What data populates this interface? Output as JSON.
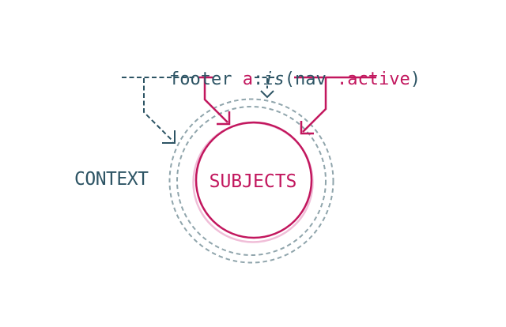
{
  "diagram": {
    "code": {
      "full_selector": "footer a:is(nav .active)",
      "tokens": [
        {
          "text": "footer",
          "color": "teal"
        },
        {
          "text": " ",
          "color": "teal"
        },
        {
          "text": "a",
          "color": "magenta"
        },
        {
          "text": ":",
          "color": "teal"
        },
        {
          "text": "is",
          "color": "teal",
          "style": "italic"
        },
        {
          "text": "(",
          "color": "teal"
        },
        {
          "text": "nav",
          "color": "teal"
        },
        {
          "text": " ",
          "color": "teal"
        },
        {
          "text": ".active",
          "color": "magenta"
        },
        {
          "text": ")",
          "color": "teal"
        }
      ]
    },
    "labels": {
      "context": "CONTEXT",
      "subjects": "SUBJECTS"
    },
    "colors": {
      "background": "#ffffff",
      "teal": "#2d5464",
      "magenta": "#c2175e",
      "light_pink": "#f0bed8",
      "ring_gray": "#90a5ac"
    }
  }
}
